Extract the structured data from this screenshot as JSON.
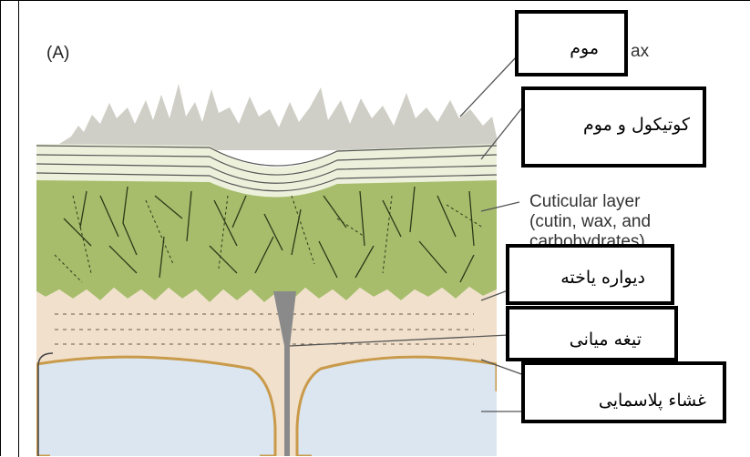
{
  "panel_letter": "(A)",
  "english_labels": {
    "wax_fragment": "ax",
    "cuticular_line1": "Cuticular layer",
    "cuticular_line2": "(cutin, wax, and",
    "cuticular_line3": "carbohydrates)"
  },
  "persian_labels": {
    "wax": "موم",
    "cuticle_and_wax": "کوتیکول و موم",
    "cell_wall": "دیواره یاخته",
    "middle_lamella": "تیغه میانی",
    "plasma_membrane": "غشاء پلاسمایی"
  },
  "colors": {
    "wax_layer": "#cfcfc7",
    "cuticle_band": "#edf1dc",
    "cuticular_layer": "#a7bd6c",
    "cell_wall": "#f1e0cb",
    "middle_lamella": "#8a8a8a",
    "cell_interior": "#dbe6f1",
    "membrane": "#c99a4a"
  }
}
